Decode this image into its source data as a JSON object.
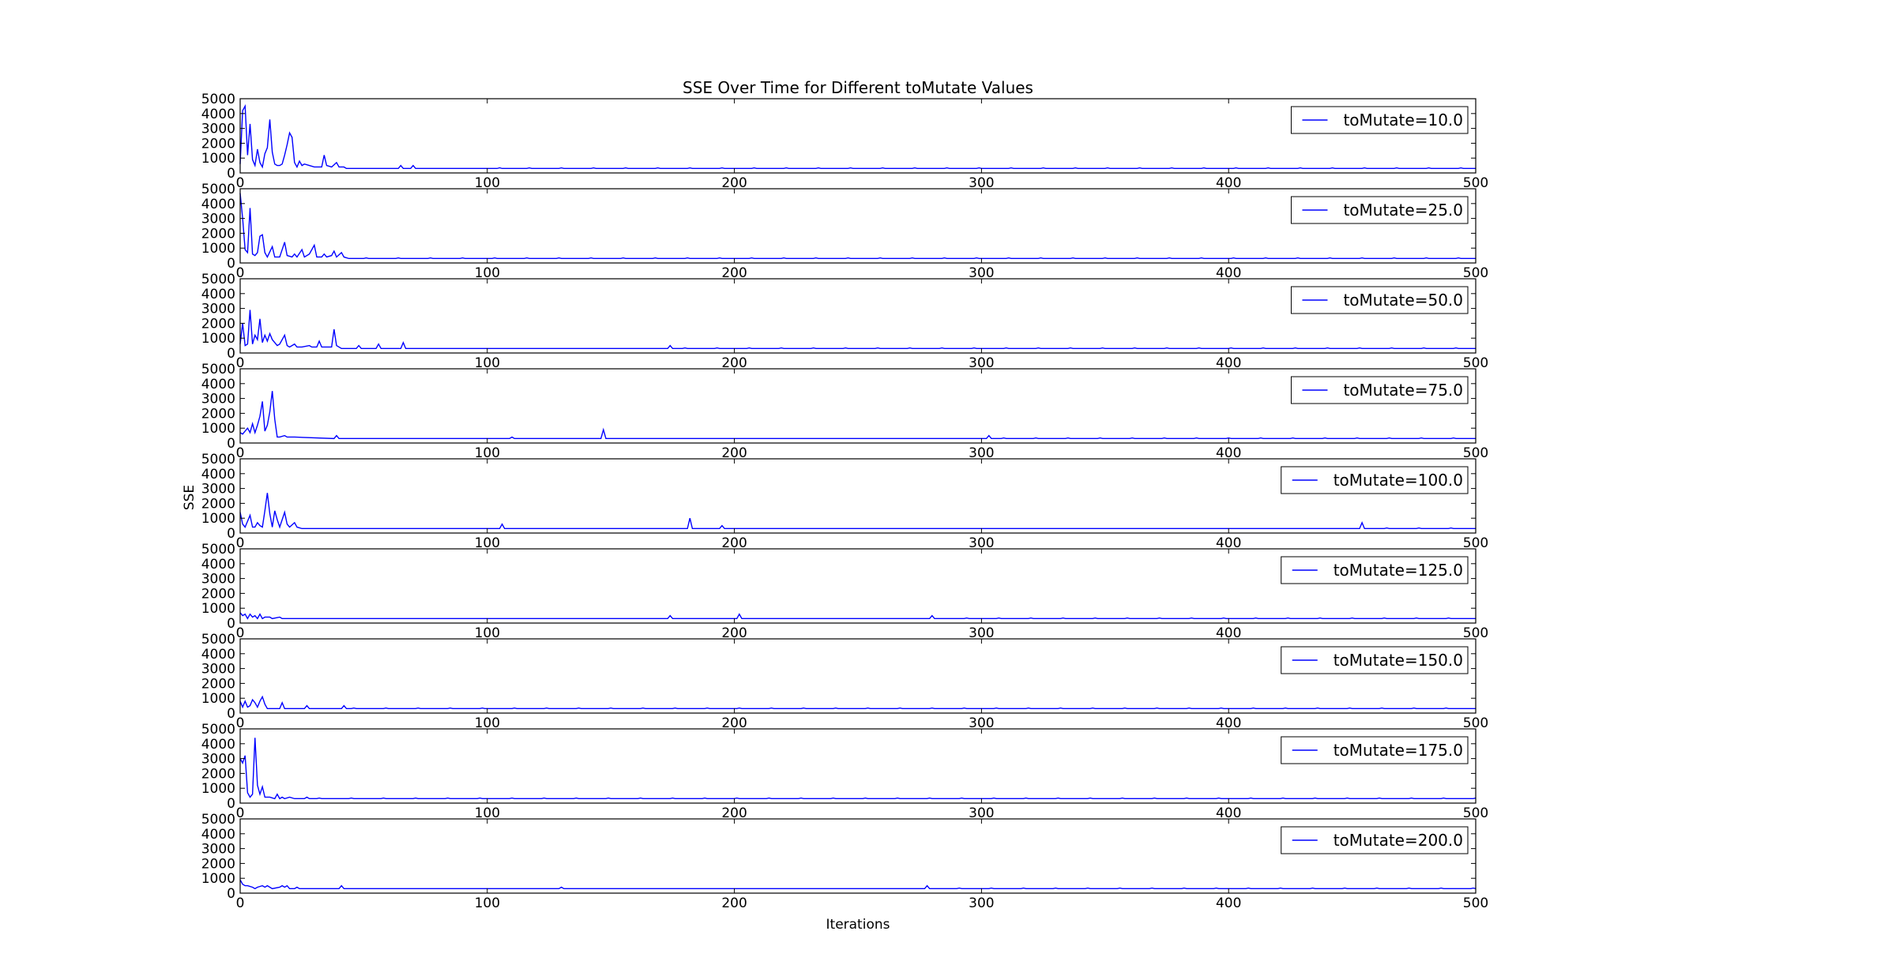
{
  "chart_data": {
    "type": "line",
    "title": "SSE Over Time for Different toMutate Values",
    "xlabel": "Iterations",
    "ylabel": "SSE",
    "xlim": [
      0,
      500
    ],
    "ylim": [
      0,
      5000
    ],
    "xticks": [
      "0",
      "100",
      "200",
      "300",
      "400",
      "500"
    ],
    "yticks": [
      "0",
      "1000",
      "2000",
      "3000",
      "4000",
      "5000"
    ],
    "line_color": "#0000ff",
    "legend_position": "upper right",
    "grid": false,
    "series": [
      {
        "name": "toMutate=10.0",
        "baseline": 300,
        "points": [
          [
            0,
            600
          ],
          [
            1,
            4200
          ],
          [
            2,
            4500
          ],
          [
            3,
            1200
          ],
          [
            4,
            3300
          ],
          [
            5,
            900
          ],
          [
            6,
            500
          ],
          [
            7,
            1600
          ],
          [
            8,
            700
          ],
          [
            9,
            400
          ],
          [
            10,
            1300
          ],
          [
            11,
            1700
          ],
          [
            12,
            3600
          ],
          [
            13,
            1400
          ],
          [
            14,
            600
          ],
          [
            15,
            500
          ],
          [
            16,
            500
          ],
          [
            17,
            600
          ],
          [
            18,
            1200
          ],
          [
            19,
            1900
          ],
          [
            20,
            2700
          ],
          [
            21,
            2400
          ],
          [
            22,
            700
          ],
          [
            23,
            400
          ],
          [
            24,
            800
          ],
          [
            25,
            500
          ],
          [
            26,
            600
          ],
          [
            28,
            500
          ],
          [
            30,
            400
          ],
          [
            33,
            400
          ],
          [
            34,
            1200
          ],
          [
            35,
            500
          ],
          [
            37,
            400
          ],
          [
            39,
            700
          ],
          [
            40,
            400
          ],
          [
            42,
            400
          ],
          [
            43,
            300
          ],
          [
            64,
            300
          ],
          [
            65,
            500
          ],
          [
            66,
            300
          ],
          [
            69,
            300
          ],
          [
            70,
            500
          ],
          [
            71,
            300
          ],
          [
            104,
            300
          ],
          [
            105,
            350
          ],
          [
            106,
            300
          ]
        ]
      },
      {
        "name": "toMutate=25.0",
        "baseline": 300,
        "points": [
          [
            0,
            4700
          ],
          [
            1,
            3000
          ],
          [
            2,
            900
          ],
          [
            3,
            700
          ],
          [
            4,
            3700
          ],
          [
            5,
            600
          ],
          [
            6,
            500
          ],
          [
            7,
            700
          ],
          [
            8,
            1800
          ],
          [
            9,
            1900
          ],
          [
            10,
            700
          ],
          [
            11,
            400
          ],
          [
            13,
            1100
          ],
          [
            14,
            400
          ],
          [
            16,
            400
          ],
          [
            18,
            1400
          ],
          [
            19,
            500
          ],
          [
            21,
            400
          ],
          [
            22,
            600
          ],
          [
            23,
            400
          ],
          [
            25,
            900
          ],
          [
            26,
            400
          ],
          [
            28,
            600
          ],
          [
            30,
            1200
          ],
          [
            31,
            400
          ],
          [
            33,
            400
          ],
          [
            34,
            600
          ],
          [
            35,
            400
          ],
          [
            37,
            500
          ],
          [
            38,
            800
          ],
          [
            39,
            400
          ],
          [
            41,
            700
          ],
          [
            42,
            400
          ],
          [
            44,
            300
          ]
        ]
      },
      {
        "name": "toMutate=50.0",
        "baseline": 300,
        "points": [
          [
            0,
            600
          ],
          [
            1,
            2000
          ],
          [
            2,
            500
          ],
          [
            3,
            600
          ],
          [
            4,
            2900
          ],
          [
            5,
            600
          ],
          [
            6,
            1200
          ],
          [
            7,
            900
          ],
          [
            8,
            2300
          ],
          [
            9,
            700
          ],
          [
            10,
            1200
          ],
          [
            11,
            800
          ],
          [
            12,
            1300
          ],
          [
            13,
            900
          ],
          [
            14,
            700
          ],
          [
            15,
            500
          ],
          [
            16,
            600
          ],
          [
            18,
            1200
          ],
          [
            19,
            500
          ],
          [
            20,
            400
          ],
          [
            22,
            600
          ],
          [
            23,
            400
          ],
          [
            25,
            400
          ],
          [
            28,
            500
          ],
          [
            29,
            400
          ],
          [
            31,
            400
          ],
          [
            32,
            800
          ],
          [
            33,
            400
          ],
          [
            37,
            400
          ],
          [
            38,
            1600
          ],
          [
            39,
            500
          ],
          [
            41,
            300
          ],
          [
            47,
            300
          ],
          [
            48,
            500
          ],
          [
            49,
            300
          ],
          [
            55,
            300
          ],
          [
            56,
            600
          ],
          [
            57,
            300
          ],
          [
            65,
            300
          ],
          [
            66,
            700
          ],
          [
            67,
            300
          ],
          [
            173,
            300
          ],
          [
            174,
            500
          ],
          [
            175,
            300
          ]
        ]
      },
      {
        "name": "toMutate=75.0",
        "baseline": 300,
        "points": [
          [
            0,
            700
          ],
          [
            1,
            600
          ],
          [
            2,
            800
          ],
          [
            3,
            1000
          ],
          [
            4,
            700
          ],
          [
            5,
            1300
          ],
          [
            6,
            700
          ],
          [
            7,
            1200
          ],
          [
            8,
            1800
          ],
          [
            9,
            2800
          ],
          [
            10,
            800
          ],
          [
            11,
            1200
          ],
          [
            12,
            2100
          ],
          [
            13,
            3500
          ],
          [
            14,
            1600
          ],
          [
            15,
            400
          ],
          [
            16,
            400
          ],
          [
            18,
            500
          ],
          [
            19,
            400
          ],
          [
            20,
            400
          ],
          [
            22,
            400
          ],
          [
            38,
            300
          ],
          [
            39,
            500
          ],
          [
            40,
            300
          ],
          [
            109,
            300
          ],
          [
            110,
            400
          ],
          [
            111,
            300
          ],
          [
            146,
            300
          ],
          [
            147,
            900
          ],
          [
            148,
            300
          ],
          [
            302,
            300
          ],
          [
            303,
            500
          ],
          [
            304,
            300
          ]
        ]
      },
      {
        "name": "toMutate=100.0",
        "baseline": 300,
        "points": [
          [
            0,
            1400
          ],
          [
            1,
            600
          ],
          [
            2,
            400
          ],
          [
            3,
            800
          ],
          [
            4,
            1200
          ],
          [
            5,
            400
          ],
          [
            6,
            400
          ],
          [
            7,
            700
          ],
          [
            8,
            500
          ],
          [
            9,
            400
          ],
          [
            10,
            1500
          ],
          [
            11,
            2700
          ],
          [
            12,
            1300
          ],
          [
            13,
            400
          ],
          [
            14,
            1500
          ],
          [
            15,
            900
          ],
          [
            16,
            400
          ],
          [
            18,
            1400
          ],
          [
            19,
            600
          ],
          [
            20,
            400
          ],
          [
            22,
            700
          ],
          [
            23,
            400
          ],
          [
            25,
            300
          ],
          [
            105,
            300
          ],
          [
            106,
            600
          ],
          [
            107,
            300
          ],
          [
            181,
            300
          ],
          [
            182,
            1000
          ],
          [
            183,
            300
          ],
          [
            194,
            300
          ],
          [
            195,
            500
          ],
          [
            196,
            300
          ],
          [
            453,
            300
          ],
          [
            454,
            700
          ],
          [
            455,
            300
          ]
        ]
      },
      {
        "name": "toMutate=125.0",
        "baseline": 300,
        "points": [
          [
            0,
            700
          ],
          [
            1,
            500
          ],
          [
            2,
            600
          ],
          [
            3,
            300
          ],
          [
            4,
            600
          ],
          [
            5,
            400
          ],
          [
            6,
            500
          ],
          [
            7,
            300
          ],
          [
            8,
            600
          ],
          [
            9,
            300
          ],
          [
            10,
            400
          ],
          [
            12,
            400
          ],
          [
            13,
            300
          ],
          [
            16,
            400
          ],
          [
            17,
            300
          ],
          [
            173,
            300
          ],
          [
            174,
            500
          ],
          [
            175,
            300
          ],
          [
            201,
            300
          ],
          [
            202,
            600
          ],
          [
            203,
            300
          ],
          [
            279,
            300
          ],
          [
            280,
            500
          ],
          [
            281,
            300
          ]
        ]
      },
      {
        "name": "toMutate=150.0",
        "baseline": 300,
        "points": [
          [
            0,
            800
          ],
          [
            1,
            400
          ],
          [
            2,
            800
          ],
          [
            3,
            400
          ],
          [
            4,
            500
          ],
          [
            5,
            900
          ],
          [
            6,
            700
          ],
          [
            7,
            400
          ],
          [
            8,
            800
          ],
          [
            9,
            1100
          ],
          [
            10,
            600
          ],
          [
            11,
            300
          ],
          [
            16,
            300
          ],
          [
            17,
            700
          ],
          [
            18,
            300
          ],
          [
            26,
            300
          ],
          [
            27,
            500
          ],
          [
            28,
            300
          ],
          [
            41,
            300
          ],
          [
            42,
            500
          ],
          [
            43,
            300
          ]
        ]
      },
      {
        "name": "toMutate=175.0",
        "baseline": 300,
        "points": [
          [
            0,
            3000
          ],
          [
            1,
            2700
          ],
          [
            2,
            3200
          ],
          [
            3,
            700
          ],
          [
            4,
            400
          ],
          [
            5,
            600
          ],
          [
            6,
            4400
          ],
          [
            7,
            1200
          ],
          [
            8,
            600
          ],
          [
            9,
            1100
          ],
          [
            10,
            400
          ],
          [
            12,
            400
          ],
          [
            14,
            300
          ],
          [
            15,
            600
          ],
          [
            16,
            300
          ],
          [
            17,
            400
          ],
          [
            18,
            300
          ],
          [
            20,
            400
          ],
          [
            22,
            300
          ],
          [
            26,
            300
          ],
          [
            27,
            400
          ],
          [
            28,
            300
          ]
        ]
      },
      {
        "name": "toMutate=200.0",
        "baseline": 300,
        "points": [
          [
            0,
            900
          ],
          [
            1,
            600
          ],
          [
            2,
            500
          ],
          [
            3,
            500
          ],
          [
            5,
            400
          ],
          [
            6,
            300
          ],
          [
            7,
            400
          ],
          [
            9,
            500
          ],
          [
            10,
            400
          ],
          [
            11,
            500
          ],
          [
            13,
            300
          ],
          [
            16,
            400
          ],
          [
            17,
            500
          ],
          [
            18,
            400
          ],
          [
            19,
            500
          ],
          [
            20,
            300
          ],
          [
            22,
            300
          ],
          [
            23,
            400
          ],
          [
            24,
            300
          ],
          [
            40,
            300
          ],
          [
            41,
            500
          ],
          [
            42,
            300
          ],
          [
            129,
            300
          ],
          [
            130,
            400
          ],
          [
            131,
            300
          ],
          [
            277,
            300
          ],
          [
            278,
            500
          ],
          [
            279,
            300
          ]
        ]
      }
    ]
  }
}
